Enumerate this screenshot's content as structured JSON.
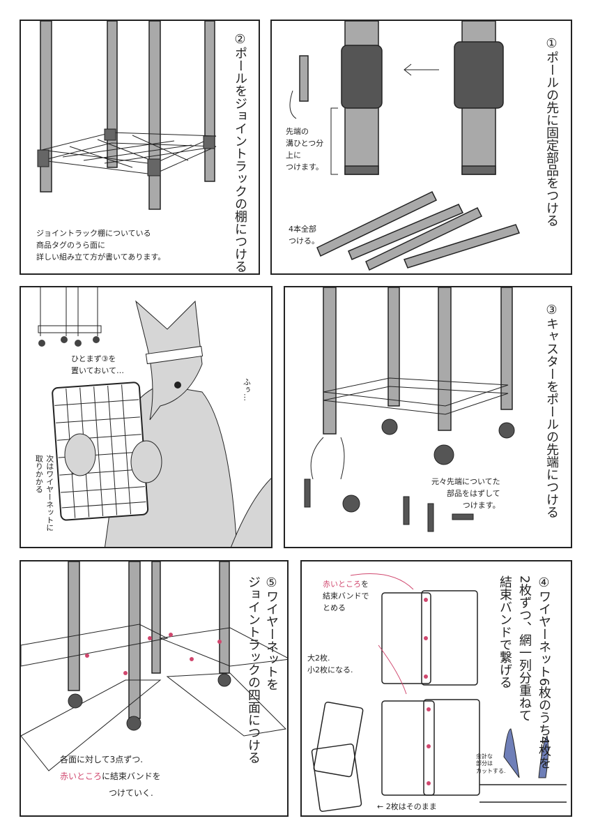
{
  "panels": {
    "step1": {
      "title": "①ポールの先に固定部品をつける",
      "note_groove": [
        "先端の",
        "溝ひとつ分",
        "上に",
        "つけます。"
      ],
      "note_all": [
        "4本全部",
        "つける。"
      ]
    },
    "step2": {
      "title": "②ポールをジョイントラックの棚につける",
      "note": [
        "ジョイントラック棚についている",
        "商品タグのうら面に",
        "詳しい組み立て方が書いてあります。"
      ]
    },
    "interlude": {
      "note_set_aside": [
        "ひとまず③を",
        "置いておいて…"
      ],
      "sound": "ふぅ…",
      "note_next": [
        "次はワイヤーネットに",
        "取りかかる"
      ]
    },
    "step3": {
      "title": "③キャスターをポールの先端につける",
      "note": [
        "元々先端についてた",
        "部品をはずして",
        "つけます。"
      ]
    },
    "step4": {
      "title": [
        "④ワイヤーネット6枚のうち4枚を",
        "2枚ずつ、網一列分重ねて",
        "結束バンドで繋げる"
      ],
      "note_red_part": "赤いところ",
      "note_red_rest": "を",
      "note_red_lines": [
        "結束バンドで",
        "とめる"
      ],
      "note_size": [
        "大2枚.",
        "小2枚になる."
      ],
      "note_cut": [
        "余計な",
        "部分は",
        "カットする."
      ],
      "note_leave": "← 2枚はそのまま"
    },
    "step5": {
      "title": [
        "⑤ワイヤーネットを",
        "ジョイントラックの四面につける"
      ],
      "note_line1": "各面に対して3点ずつ.",
      "note_red_part": "赤いところ",
      "note_line2_rest": "に結束バンドを",
      "note_line3": "つけていく."
    }
  },
  "colors": {
    "pole": "#a9a9a9",
    "pole_dark": "#666666",
    "accent_red": "#d0476e",
    "fox": "#d6d6d6",
    "pliers": "#6f7fb8"
  }
}
